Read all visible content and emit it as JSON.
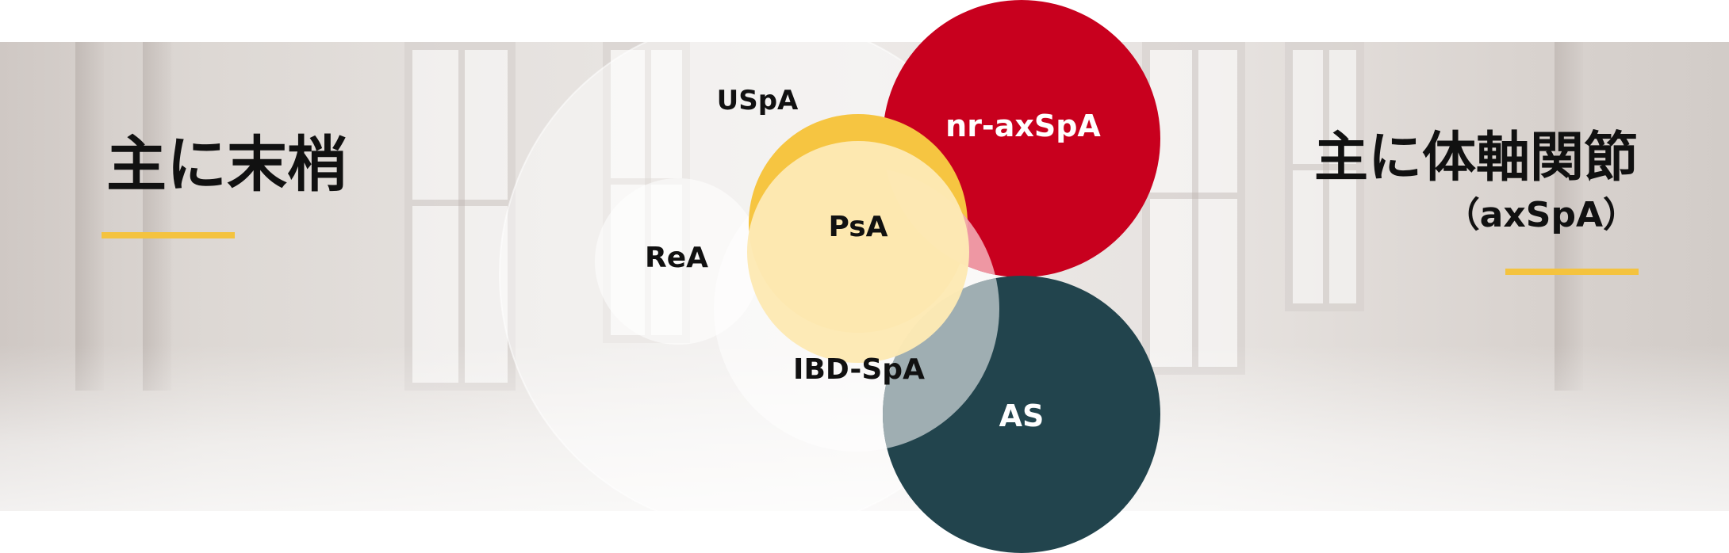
{
  "left_heading": "主に末梢",
  "right_heading": "主に体軸関節",
  "right_subheading": "（axSpA）",
  "colors": {
    "accent_yellow": "#f4c33f",
    "red": "#c8001e",
    "dark_teal": "#22444d",
    "psa_yellow": "#fbe8b3",
    "white_circle": "#ffffff"
  },
  "venn": {
    "labels": {
      "uspa": "USpA",
      "nr_axspa": "nr-axSpA",
      "psa": "PsA",
      "rea": "ReA",
      "ibd_spa": "IBD-SpA",
      "as": "AS"
    }
  }
}
